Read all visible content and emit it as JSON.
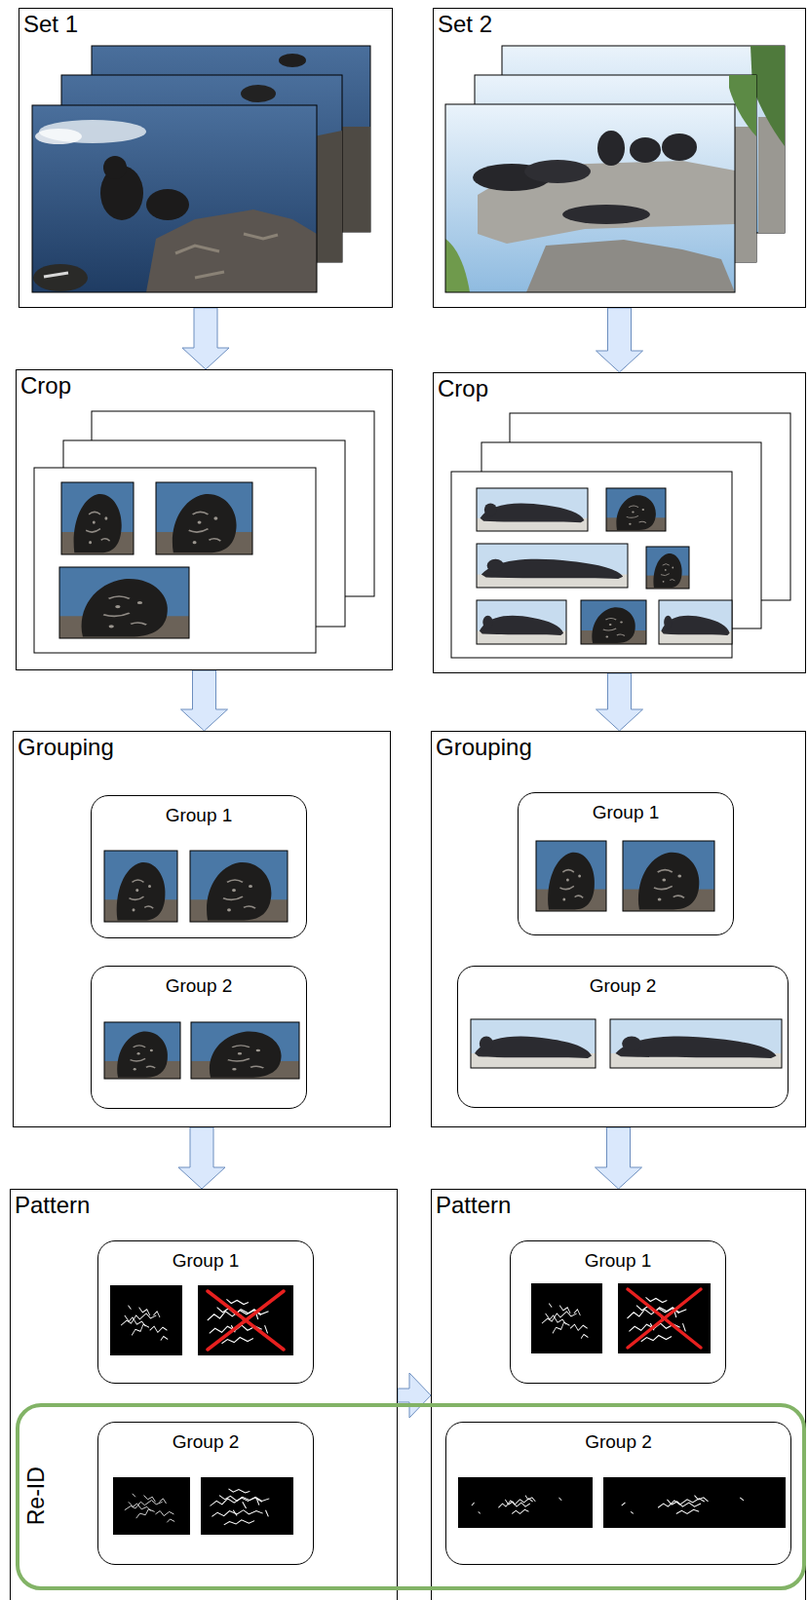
{
  "diagram": {
    "nodes": [
      {
        "text": [
          "Set 1"
        ]
      },
      {
        "text": [
          "Set 2"
        ]
      },
      {
        "text": [
          "Crop"
        ]
      },
      {
        "text": [
          "Crop"
        ]
      },
      {
        "text": [
          "Grouping"
        ]
      },
      {
        "text": [
          "Group 1"
        ],
        "in": 4
      },
      {
        "text": [
          "Group 2"
        ],
        "in": 4
      },
      {
        "text": [
          "Grouping"
        ]
      },
      {
        "text": [
          "Group 1"
        ],
        "in": 7
      },
      {
        "text": [
          "Group 2"
        ],
        "in": 7
      },
      {
        "text": [
          "Pattern"
        ]
      },
      {
        "text": [
          "Group 1"
        ],
        "in": 10
      },
      {
        "text": [
          "Group 2"
        ],
        "in": 10
      },
      {
        "text": [
          "Pattern"
        ]
      },
      {
        "text": [
          "Group 1"
        ],
        "in": 13
      },
      {
        "text": [
          "Group 2"
        ],
        "in": 13
      },
      {
        "text": [
          "Re-ID"
        ]
      }
    ],
    "edges": [
      {
        "from": 0,
        "to": 2,
        "arrow": "to"
      },
      {
        "from": 2,
        "to": 4,
        "arrow": "to"
      },
      {
        "from": 4,
        "to": 10,
        "arrow": "to"
      },
      {
        "from": 1,
        "to": 3,
        "arrow": "to"
      },
      {
        "from": 3,
        "to": 7,
        "arrow": "to"
      },
      {
        "from": 7,
        "to": 13,
        "arrow": "to"
      },
      {
        "from": 10,
        "to": 13,
        "arrow": "to"
      }
    ]
  }
}
